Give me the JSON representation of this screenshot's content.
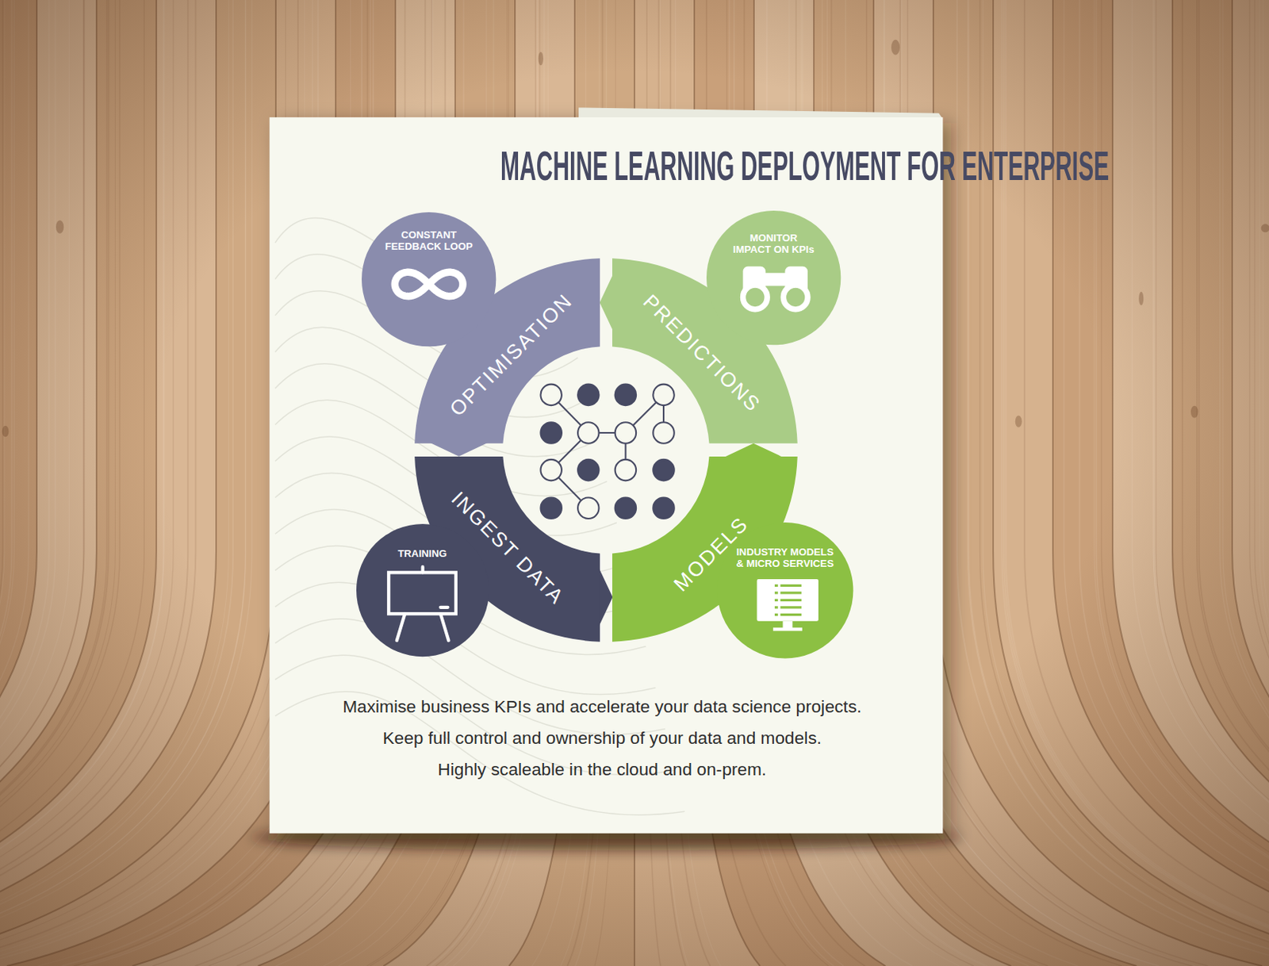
{
  "diagram": {
    "title": "MACHINE LEARNING DEPLOYMENT FOR ENTERPRISE",
    "nodes": [
      {
        "text": [
          "CONSTANT FEEDBACK LOOP"
        ]
      },
      {
        "text": [
          "MONITOR IMPACT ON KPIs"
        ]
      },
      {
        "text": [
          "OPTIMISATION"
        ]
      },
      {
        "text": [
          "PREDICTIONS"
        ]
      },
      {
        "text": [
          "INGEST DATA"
        ]
      },
      {
        "text": [
          "MODELS"
        ]
      },
      {
        "text": [
          "TRAINING"
        ]
      },
      {
        "text": [
          "INDUSTRY MODELS & MICRO SERVICES"
        ]
      }
    ],
    "edges": [
      {
        "from": 2,
        "to": 4,
        "arrow": "to"
      },
      {
        "from": 4,
        "to": 5,
        "arrow": "to"
      },
      {
        "from": 5,
        "to": 3,
        "arrow": "to"
      },
      {
        "from": 3,
        "to": 2,
        "arrow": "to"
      }
    ],
    "labels": [
      "Maximise business KPIs and accelerate your data science projects.",
      "Keep full control and ownership of your data and models.",
      "Highly scaleable in the cloud and on-prem."
    ]
  }
}
